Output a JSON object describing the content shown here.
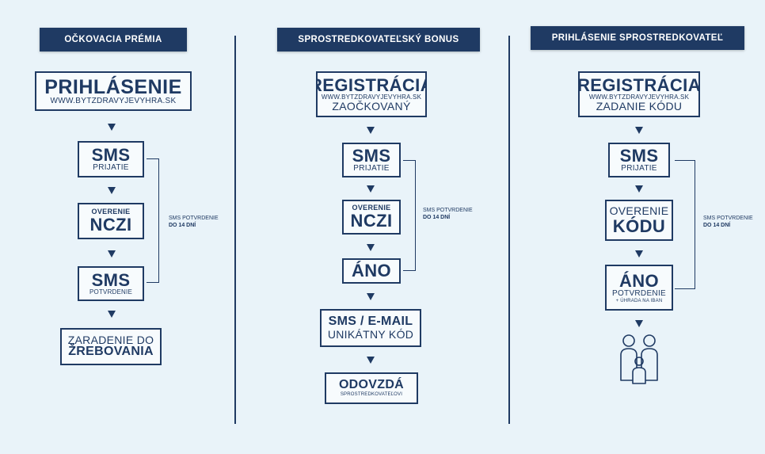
{
  "columns": {
    "c1": {
      "title": "OČKOVACIA PRÉMIA",
      "step1": {
        "main": "PRIHLÁSENIE",
        "sub": "WWW.BYTZDRAVYJEVYHRA.SK"
      },
      "step2": {
        "main": "SMS",
        "sub": "PRIJATIE"
      },
      "step3": {
        "top": "OVERENIE",
        "main": "NCZI"
      },
      "step4": {
        "main": "SMS",
        "sub": "POTVRDENIE"
      },
      "step5": {
        "top": "ZARADENIE DO",
        "main": "ŽREBOVANIA"
      },
      "note": {
        "line1": "SMS POTVRDENIE",
        "line2": "DO 14 DNÍ"
      }
    },
    "c2": {
      "title": "SPROSTREDKOVATEĽSKÝ BONUS",
      "step1": {
        "main": "REGISTRÁCIA",
        "mid": "WWW.BYTZDRAVYJEVYHRA.SK",
        "sub": "ZAOČKOVANÝ"
      },
      "step2": {
        "main": "SMS",
        "sub": "PRIJATIE"
      },
      "step3": {
        "top": "OVERENIE",
        "main": "NCZI"
      },
      "step4": {
        "main": "ÁNO"
      },
      "step5": {
        "main": "SMS / E-MAIL",
        "sub": "UNIKÁTNY KÓD"
      },
      "step6": {
        "main": "ODOVZDÁ",
        "sub": "SPROSTREDKOVATEĽOVI"
      },
      "note": {
        "line1": "SMS POTVRDENIE",
        "line2": "DO 14 DNÍ"
      }
    },
    "c3": {
      "title": "PRIHLÁSENIE SPROSTREDKOVATEĽ",
      "step1": {
        "main": "REGISTRÁCIA",
        "mid": "WWW.BYTZDRAVYJEVYHRA.SK",
        "sub": "ZADANIE KÓDU"
      },
      "step2": {
        "main": "SMS",
        "sub": "PRIJATIE"
      },
      "step3": {
        "top": "OVERENIE",
        "main": "KÓDU"
      },
      "step4": {
        "main": "ÁNO",
        "sub": "POTVRDENIE",
        "sub2": "+ ÚHRADA NA IBAN"
      },
      "note": {
        "line1": "SMS POTVRDENIE",
        "line2": "DO 14 DNÍ"
      }
    }
  },
  "colors": {
    "primary": "#1f3a63",
    "background": "#e9f3f9",
    "box_fill": "#f7fbfd"
  },
  "icons": {
    "end_icon": "family-icon"
  }
}
